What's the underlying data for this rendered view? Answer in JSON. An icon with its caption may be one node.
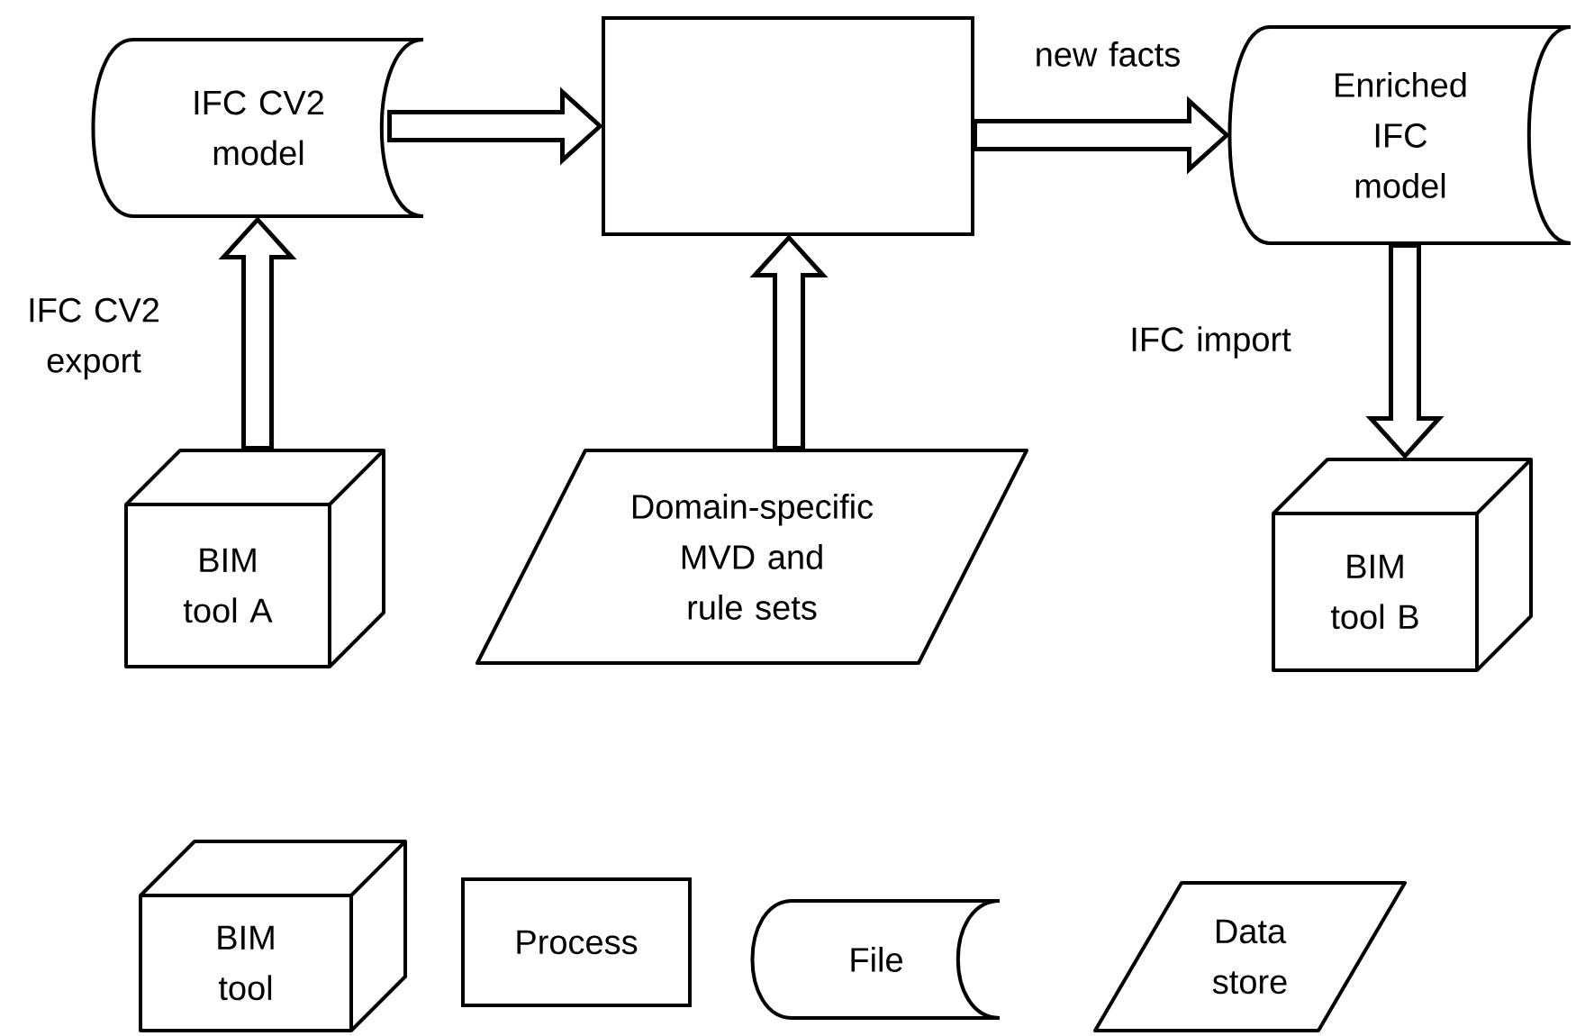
{
  "diagram": {
    "nodes": [
      {
        "text": [
          "IFC CV2 model"
        ]
      },
      {
        "text": [],
        "shape": "box"
      },
      {
        "text": [
          "Enriched IFC model"
        ]
      },
      {
        "text": [
          "BIM tool A"
        ]
      },
      {
        "text": [
          "Domain-specific MVD and rule sets"
        ]
      },
      {
        "text": [
          "BIM tool B"
        ]
      }
    ],
    "edges": [
      {
        "from": 3,
        "to": 0,
        "arrow": "to",
        "label": "IFC CV2 export"
      },
      {
        "from": 0,
        "to": 1,
        "arrow": "to"
      },
      {
        "from": 1,
        "to": 2,
        "arrow": "to",
        "label": "new facts"
      },
      {
        "from": 4,
        "to": 1,
        "arrow": "to"
      },
      {
        "from": 2,
        "to": 5,
        "arrow": "to",
        "label": "IFC import"
      }
    ],
    "legend": [
      {
        "text": "BIM tool"
      },
      {
        "text": "Process"
      },
      {
        "text": "File"
      },
      {
        "text": "Data store"
      }
    ]
  }
}
